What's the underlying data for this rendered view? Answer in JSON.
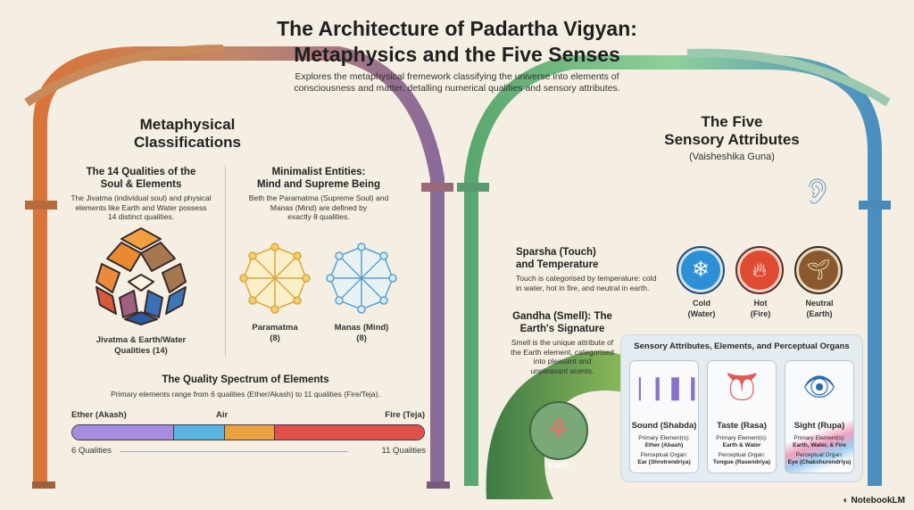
{
  "header": {
    "title_line1": "The Architecture of Padartha Vigyan:",
    "title_line2": "Metaphysics and the Five Senses",
    "subtitle_line1": "Explores the metaphysical fremework classifying the universe into elements of",
    "subtitle_line2": "consciousness and matter, detalling numerical qualities and sensory attributes."
  },
  "left": {
    "heading_line1": "Metaphysical",
    "heading_line2": "Classifications",
    "qualities14": {
      "title_line1": "The 14 Qualities of the",
      "title_line2": "Soul & Elements",
      "text_line1": "The Jivatma (individual soul) and physical",
      "text_line2": "elements like Earth and Water possess",
      "text_line3": "14 distinct qualities.",
      "label_line1": "Jivatma & Earth/Water",
      "label_line2": "Qualities (14)"
    },
    "minimal": {
      "title_line1": "Minimalist Entities:",
      "title_line2": "Mind and Supreme Being",
      "text_line1": "Beth the Paramatma (Supreme Soul) and",
      "text_line2": "Manas (Mind) are defined by",
      "text_line3": "exactly 8 qualities.",
      "paramatma": "Paramatma",
      "paramatma_count": "(8)",
      "manas": "Manas (Mind)",
      "manas_count": "(8)"
    },
    "spectrum": {
      "title": "The Quality Spectrum of Elements",
      "text": "Primary elements range from 6 qualities (Ether/Akash) to 11 qualities (Fire/Teja).",
      "ether": "Ether (Akash)",
      "air": "Air",
      "fire": "Fire (Teja)",
      "min": "6 Qualities",
      "max": "11 Qualities",
      "colors": [
        "#9b7fdc",
        "#5ab0e0",
        "#eb9a3e",
        "#e2504a"
      ]
    }
  },
  "right": {
    "heading_line1": "The Five",
    "heading_line2": "Sensory Attributes",
    "heading_sub": "(Vaisheshika Guna)",
    "sparsha": {
      "title_line1": "Sparsha (Touch)",
      "title_line2": "and Temperature",
      "text_line1": "Touch is categorised by temperature: cold",
      "text_line2": "in water, hot in fire, and neutral in earth."
    },
    "temps": [
      {
        "icon": "snowflake-icon",
        "l1": "Cold",
        "l2": "(Water)",
        "color": "#2d8fd6"
      },
      {
        "icon": "flame-icon",
        "l1": "Hot",
        "l2": "(Fire)",
        "color": "#e04a33"
      },
      {
        "icon": "sprout-icon",
        "l1": "Neutral",
        "l2": "(Earth)",
        "color": "#8a5a2e"
      }
    ],
    "gandha": {
      "title_line1": "Gandha (Smell): The",
      "title_line2": "Earth's Signature",
      "text_line1": "Smell is the unique attribute of",
      "text_line2": "the Earth element, categorised",
      "text_line3": "into pleasant and",
      "text_line4": "unpleasant scents.",
      "earth": "Earth"
    },
    "table": {
      "title": "Sensory Attributes, Elements, and Perceptual Organs",
      "primary_label": "Primary Element(s):",
      "organ_label": "Perceptual Organ:",
      "cards": [
        {
          "name": "Sound (Shabda)",
          "element": "Ether (Abash)",
          "organ": "Ear (Shrotrendriya)"
        },
        {
          "name": "Taste (Rasa)",
          "element": "Earth & Water",
          "organ": "Tongue (Rasendriya)"
        },
        {
          "name": "Sight (Rupa)",
          "element": "Earth, Water, & Fire",
          "organ": "Eye (Chakshurendriya)"
        }
      ]
    }
  },
  "footer": {
    "brand": "NotebookLM"
  }
}
